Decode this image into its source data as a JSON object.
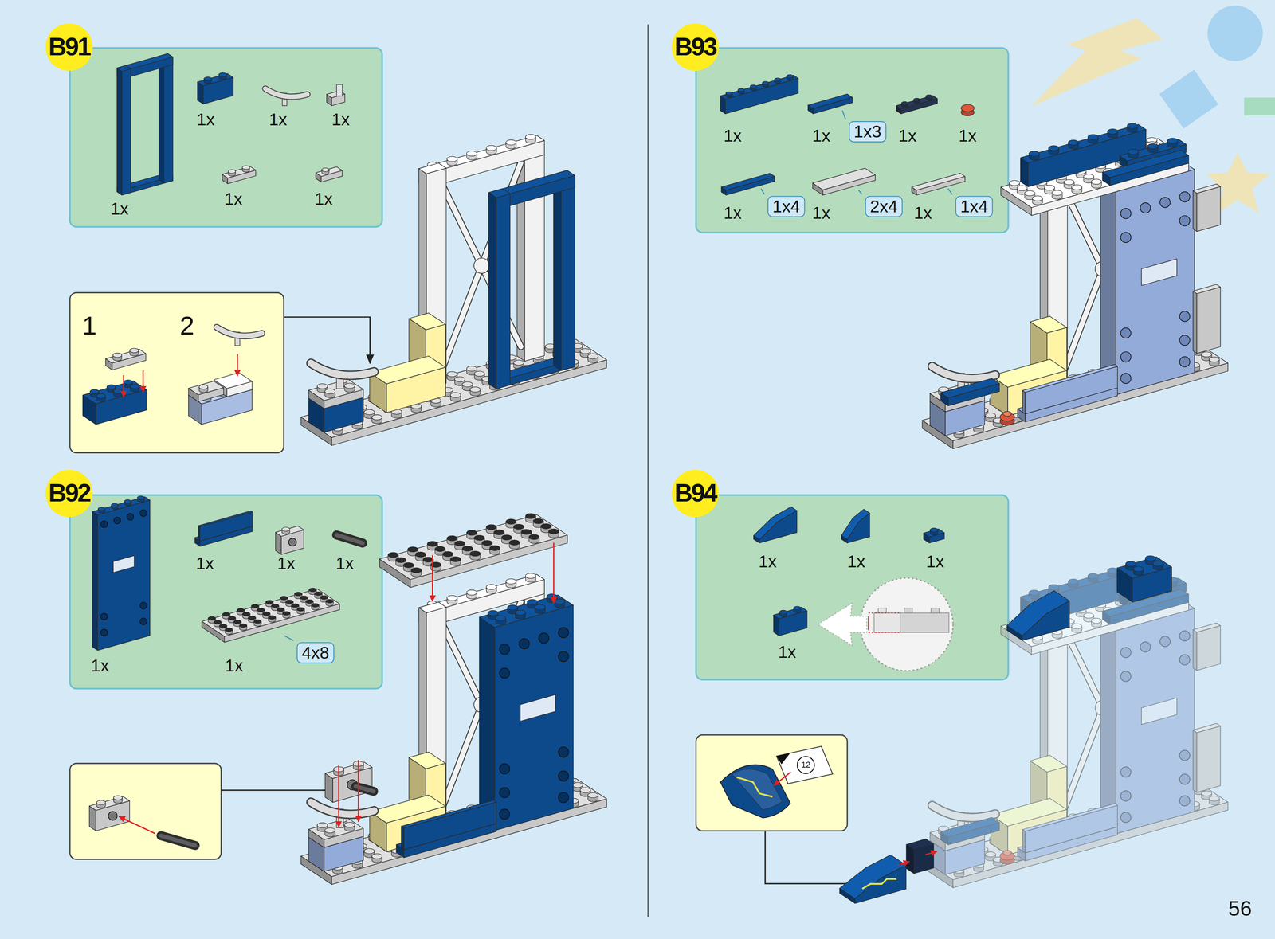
{
  "diagram": {
    "nodes": [
      {
        "text": [
          "B91"
        ]
      },
      {
        "text": [
          "1",
          "2"
        ]
      },
      {
        "text": [
          "B92"
        ]
      },
      {
        "text": [
          "4x8"
        ]
      },
      {
        "text": [
          "B93"
        ]
      },
      {
        "text": [
          "1x3"
        ]
      },
      {
        "text": [
          "1x4"
        ]
      },
      {
        "text": [
          "2x4"
        ]
      },
      {
        "text": [
          "1x4"
        ]
      },
      {
        "text": [
          "B94"
        ]
      },
      {
        "text": [
          "12"
        ]
      }
    ],
    "labels": [
      "1x",
      "1x",
      "1x",
      "1x",
      "1x",
      "1x",
      "1x",
      "1x",
      "1x",
      "1x",
      "1x",
      "1x",
      "1x",
      "1x",
      "1x",
      "1x",
      "1x",
      "1x",
      "1x",
      "1x",
      "1x",
      "1x",
      "56"
    ]
  }
}
